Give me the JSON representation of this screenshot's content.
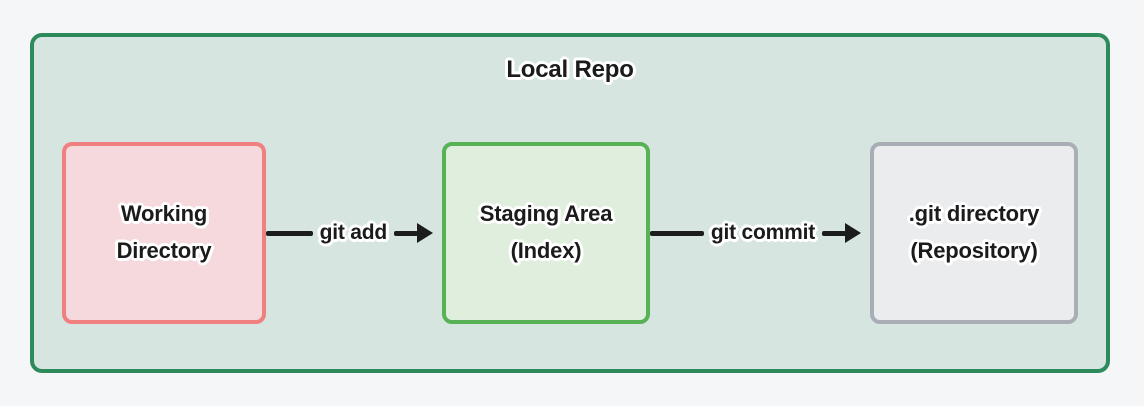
{
  "diagram": {
    "type": "flow",
    "canvas": {
      "background": "#f5f6f8",
      "text_color": "#1b1b1b"
    },
    "container": {
      "title": "Local Repo",
      "fill": "#d6e5df",
      "border_color": "#2d8a5b"
    },
    "nodes": [
      {
        "id": "working-directory",
        "label": "Working Directory",
        "label_line1": "Working",
        "label_line2": "Directory",
        "fill": "#f5d9dc",
        "border_color": "#f08080"
      },
      {
        "id": "staging-area",
        "label": "Staging Area (Index)",
        "label_line1": "Staging Area",
        "label_line2": "(Index)",
        "fill": "#e0eedd",
        "border_color": "#57b256"
      },
      {
        "id": "git-directory",
        "label": ".git directory (Repository)",
        "label_line1": ".git directory",
        "label_line2": "(Repository)",
        "fill": "#ebecee",
        "border_color": "#a9aeb6"
      }
    ],
    "edges": [
      {
        "from": "working-directory",
        "to": "staging-area",
        "label": "git add",
        "color": "#1c1c1c"
      },
      {
        "from": "staging-area",
        "to": "git-directory",
        "label": "git commit",
        "color": "#1c1c1c"
      }
    ]
  }
}
